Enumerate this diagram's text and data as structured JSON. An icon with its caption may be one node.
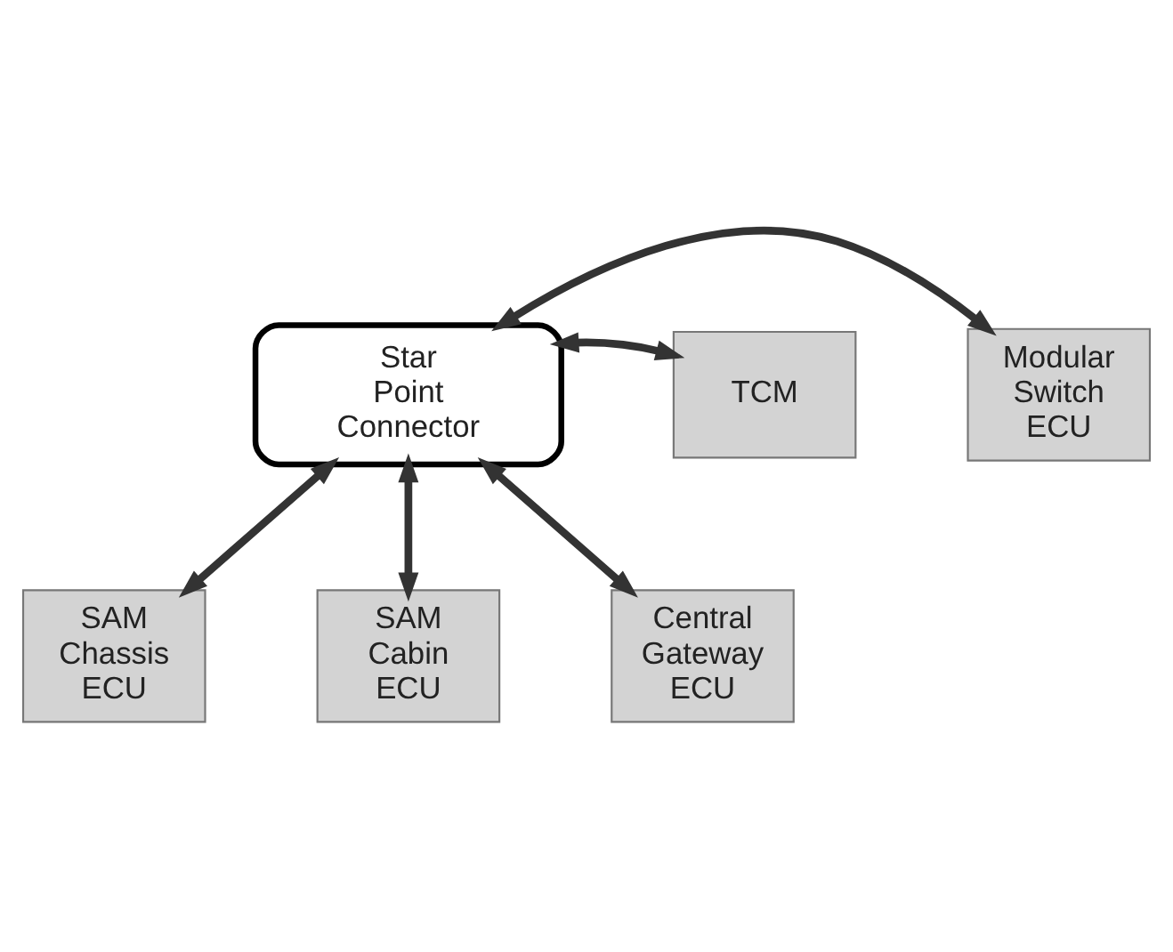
{
  "diagram": {
    "nodes": [
      {
        "text": [
          "Star Point Connector"
        ]
      },
      {
        "text": [
          "Modular Switch ECU"
        ]
      },
      {
        "text": [
          "TCM"
        ]
      },
      {
        "text": [
          "SAM Chassis ECU"
        ]
      },
      {
        "text": [
          "SAM Cabin ECU"
        ]
      },
      {
        "text": [
          "Central Gateway ECU"
        ]
      }
    ],
    "edges": [
      {
        "from": 0,
        "to": 1,
        "arrow": "both"
      },
      {
        "from": 0,
        "to": 2,
        "arrow": "both"
      },
      {
        "from": 0,
        "to": 3,
        "arrow": "both"
      },
      {
        "from": 0,
        "to": 5,
        "arrow": "both"
      },
      {
        "from": 0,
        "to": 4,
        "arrow": "both"
      }
    ]
  }
}
